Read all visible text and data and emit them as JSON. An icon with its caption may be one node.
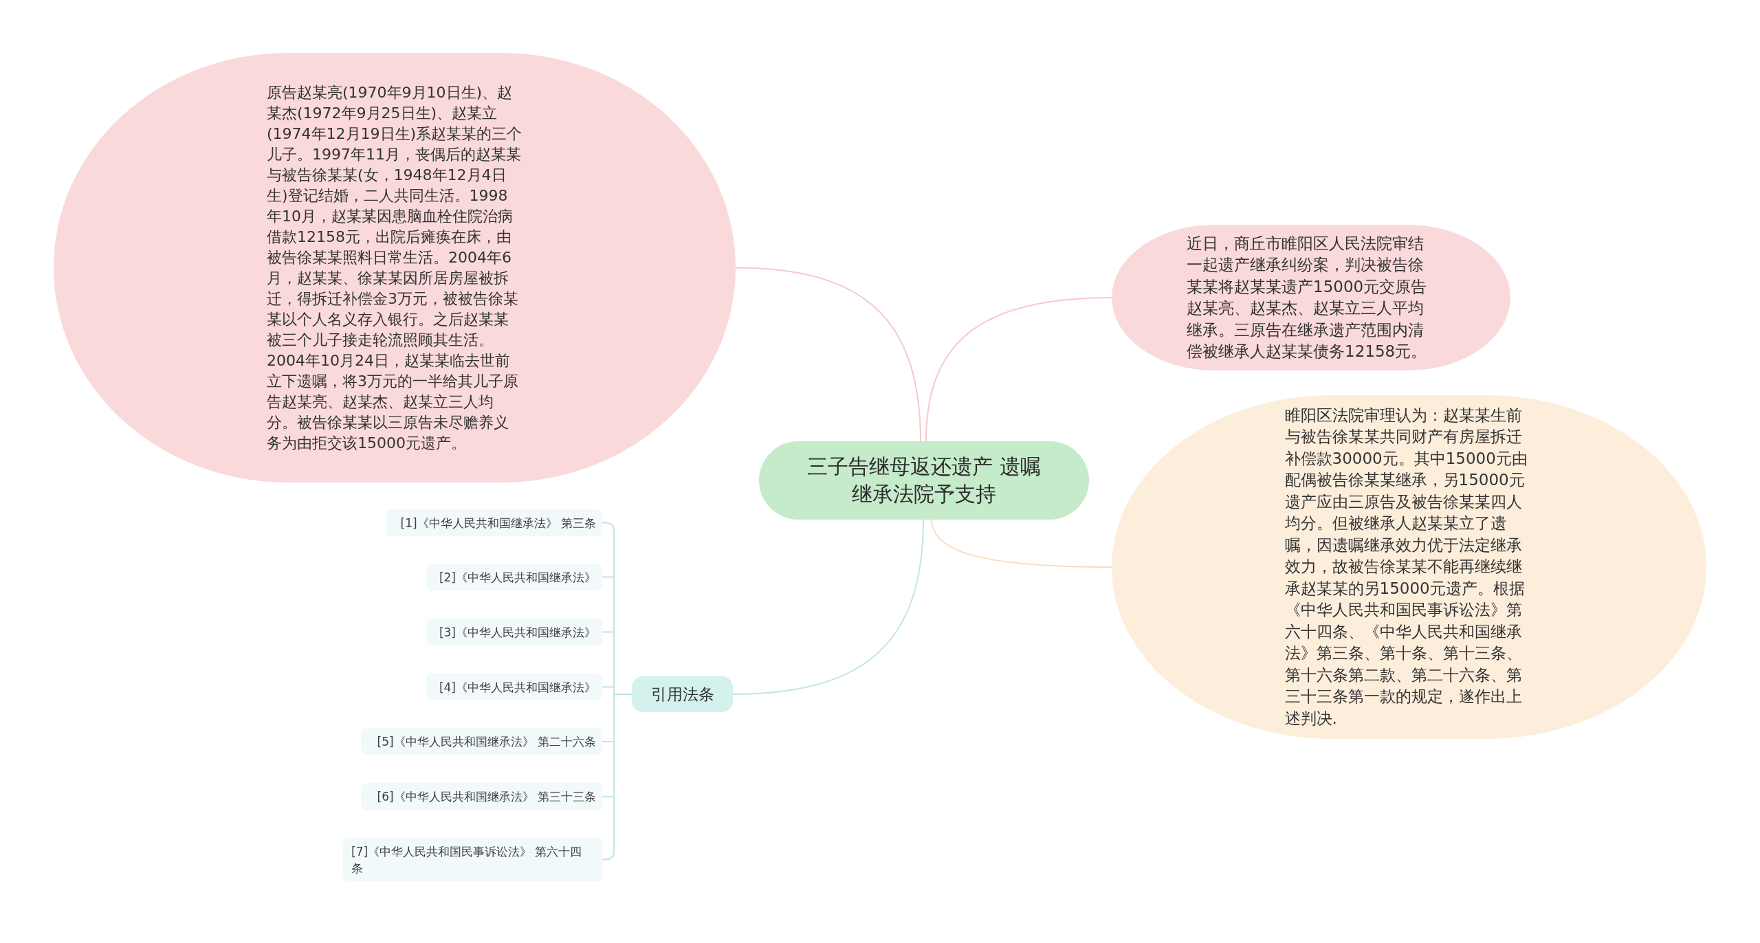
{
  "diagram": {
    "nodes": [
      {
        "text": [
          "三子告继母返还遗产 遗嘱继承法院予支持"
        ]
      },
      {
        "text": [
          "原告赵某亮(1970年9月10日生)、赵某杰(1972年9月25日生)、赵某立(1974年12月19日生)系赵某某的三个儿子。1997年11月，丧偶后的赵某某与被告徐某某(女，1948年12月4日生)登记结婚，二人共同生活。1998年10月，赵某某因患脑血栓住院治病借款12158元，出院后瘫痪在床，由被告徐某某照料日常生活。2004年6月，赵某某、徐某某因所居房屋被拆迁，得拆迁补偿金3万元，被被告徐某某以个人名义存入银行。之后赵某某被三个儿子接走轮流照顾其生活。2004年10月24日，赵某某临去世前立下遗嘱，将3万元的一半给其儿子原告赵某亮、赵某杰、赵某立三人均分。被告徐某某以三原告未尽赡养义务为由拒交该15000元遗产。"
        ]
      },
      {
        "text": [
          "近日，商丘市睢阳区人民法院审结一起遗产继承纠纷案，判决被告徐某某将赵某某遗产15000元交原告赵某亮、赵某杰、赵某立三人平均继承。三原告在继承遗产范围内清偿被继承人赵某某债务12158元。"
        ]
      },
      {
        "text": [
          "睢阳区法院审理认为：赵某某生前与被告徐某某共同财产有房屋拆迁补偿款30000元。其中15000元由配偶被告徐某某继承，另15000元遗产应由三原告及被告徐某某四人均分。但被继承人赵某某立了遗嘱，因遗嘱继承效力优于法定继承效力，故被告徐某某不能再继续继承赵某某的另15000元遗产。根据《中华人民共和国民事诉讼法》第六十四条、《中华人民共和国继承法》第三条、第十条、第十三条、第十六条第二款、第二十六条、第三十三条第一款的规定，遂作出上述判决."
        ]
      },
      {
        "text": [
          "引用法条"
        ]
      },
      {
        "text": [
          "[1]《中华人民共和国继承法》 第三条"
        ]
      },
      {
        "text": [
          "[2]《中华人民共和国继承法》"
        ]
      },
      {
        "text": [
          "[3]《中华人民共和国继承法》"
        ]
      },
      {
        "text": [
          "[4]《中华人民共和国继承法》"
        ]
      },
      {
        "text": [
          "[5]《中华人民共和国继承法》 第二十六条"
        ]
      },
      {
        "text": [
          "[6]《中华人民共和国继承法》 第三十三条"
        ]
      },
      {
        "text": [
          "[7]《中华人民共和国民事诉讼法》 第六十四条"
        ]
      }
    ],
    "edges": [
      {
        "from": 0,
        "to": 1,
        "arrow": "none",
        "color": "#f6c9ca"
      },
      {
        "from": 0,
        "to": 2,
        "arrow": "none",
        "color": "#f6c9ca"
      },
      {
        "from": 0,
        "to": 3,
        "arrow": "none",
        "color": "#fbdcc2"
      },
      {
        "from": 0,
        "to": 4,
        "arrow": "none"
      },
      {
        "from": 4,
        "to": 5,
        "arrow": "none"
      },
      {
        "from": 4,
        "to": 6,
        "arrow": "none"
      },
      {
        "from": 4,
        "to": 7,
        "arrow": "none"
      },
      {
        "from": 4,
        "to": 8,
        "arrow": "none"
      },
      {
        "from": 4,
        "to": 9,
        "arrow": "none"
      },
      {
        "from": 4,
        "to": 10,
        "arrow": "none"
      },
      {
        "from": 4,
        "to": 11,
        "arrow": "none"
      }
    ]
  }
}
